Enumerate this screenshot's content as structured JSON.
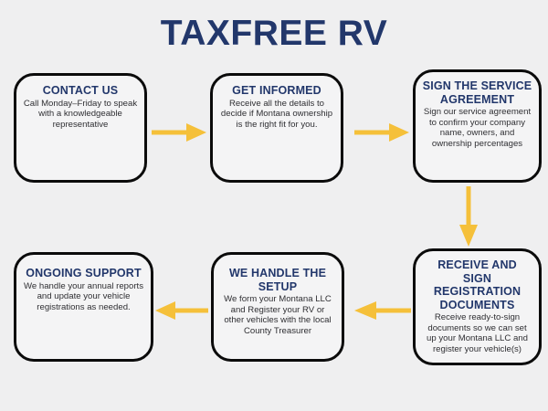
{
  "page": {
    "title": "TAXFREE RV",
    "background_color": "#efeff0",
    "heading_color": "#22376b",
    "body_text_color": "#2f2f33",
    "arrow_color": "#f5c03a",
    "box_border_color": "#0b0b0b",
    "box_fill_color": "#f4f4f5"
  },
  "steps": [
    {
      "id": "contact-us",
      "order": 1,
      "heading": "CONTACT US",
      "body": "Call Monday–Friday to speak with a knowledgeable representative"
    },
    {
      "id": "get-informed",
      "order": 2,
      "heading": "GET INFORMED",
      "body": "Receive all the details to decide if Montana ownership is the right fit for you."
    },
    {
      "id": "sign-agreement",
      "order": 3,
      "heading": "SIGN THE SERVICE AGREEMENT",
      "body": "Sign our service agreement to confirm your company name, owners, and ownership percentages"
    },
    {
      "id": "receive-sign",
      "order": 4,
      "heading": "RECEIVE AND SIGN REGISTRATION DOCUMENTS",
      "body": "Receive ready-to-sign documents so we can set up your Montana LLC and register your vehicle(s)"
    },
    {
      "id": "we-handle-setup",
      "order": 5,
      "heading": "WE HANDLE THE SETUP",
      "body": "We form your Montana LLC and Register your RV or other vehicles with the local County Treasurer"
    },
    {
      "id": "ongoing-support",
      "order": 6,
      "heading": "ONGOING SUPPORT",
      "body": "We handle your annual reports and update your vehicle registrations as needed."
    }
  ],
  "connectors": [
    {
      "id": "arrow-1",
      "from": "contact-us",
      "to": "get-informed",
      "direction": "right"
    },
    {
      "id": "arrow-2",
      "from": "get-informed",
      "to": "sign-agreement",
      "direction": "right"
    },
    {
      "id": "arrow-3",
      "from": "sign-agreement",
      "to": "receive-sign",
      "direction": "down"
    },
    {
      "id": "arrow-4",
      "from": "receive-sign",
      "to": "we-handle-setup",
      "direction": "left"
    },
    {
      "id": "arrow-5",
      "from": "we-handle-setup",
      "to": "ongoing-support",
      "direction": "left"
    }
  ]
}
